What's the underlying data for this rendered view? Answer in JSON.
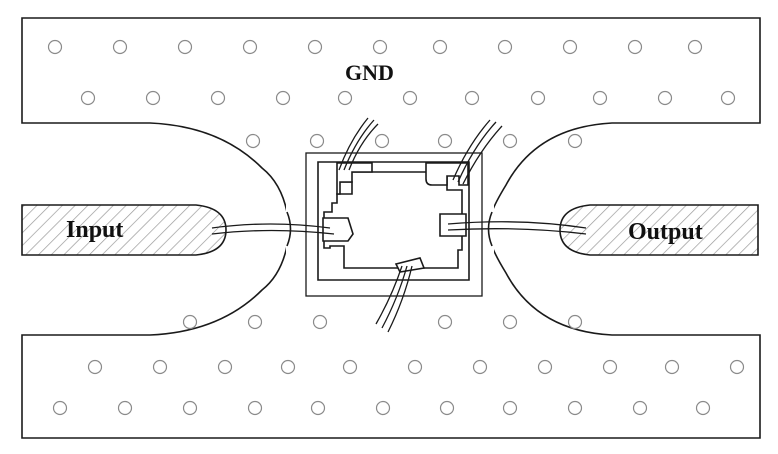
{
  "labels": {
    "gnd": "GND",
    "input": "Input",
    "output": "Output"
  },
  "colors": {
    "line": "#1a1a1a",
    "via": "#8a8a8a",
    "hatch": "#9a9a9a",
    "background": "#ffffff"
  }
}
